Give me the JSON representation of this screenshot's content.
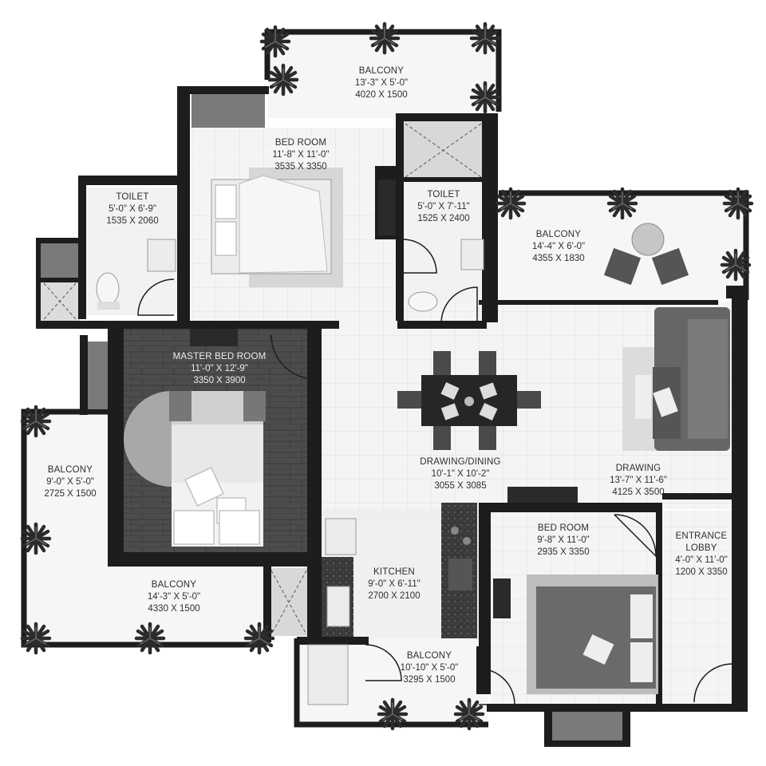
{
  "rooms": {
    "balcony_top": {
      "name": "BALCONY",
      "dim_ft": "13'-3\" X 5'-0\"",
      "dim_mm": "4020 X 1500"
    },
    "bed_room_top": {
      "name": "BED ROOM",
      "dim_ft": "11'-8\" X 11'-0\"",
      "dim_mm": "3535 X 3350"
    },
    "toilet_left": {
      "name": "TOILET",
      "dim_ft": "5'-0\" X 6'-9\"",
      "dim_mm": "1535 X 2060"
    },
    "toilet_center": {
      "name": "TOILET",
      "dim_ft": "5'-0\" X 7'-11\"",
      "dim_mm": "1525 X 2400"
    },
    "balcony_right": {
      "name": "BALCONY",
      "dim_ft": "14'-4\" X 6'-0\"",
      "dim_mm": "4355 X 1830"
    },
    "master_bed": {
      "name": "MASTER BED ROOM",
      "dim_ft": "11'-0\" X 12'-9\"",
      "dim_mm": "3350 X 3900"
    },
    "balcony_left": {
      "name": "BALCONY",
      "dim_ft": "9'-0\" X 5'-0\"",
      "dim_mm": "2725 X 1500"
    },
    "balcony_bottom_left": {
      "name": "BALCONY",
      "dim_ft": "14'-3\" X 5'-0\"",
      "dim_mm": "4330 X 1500"
    },
    "drawing_dining": {
      "name": "DRAWING/DINING",
      "dim_ft": "10'-1\" X 10'-2\"",
      "dim_mm": "3055 X 3085"
    },
    "drawing": {
      "name": "DRAWING",
      "dim_ft": "13'-7\" X 11'-6\"",
      "dim_mm": "4125 X 3500"
    },
    "kitchen": {
      "name": "KITCHEN",
      "dim_ft": "9'-0\" X 6'-11\"",
      "dim_mm": "2700 X 2100"
    },
    "bed_room_bottom": {
      "name": "BED ROOM",
      "dim_ft": "9'-8\" X 11'-0\"",
      "dim_mm": "2935 X 3350"
    },
    "entrance_lobby": {
      "name_line1": "ENTRANCE",
      "name_line2": "LOBBY",
      "dim_ft": "4'-0\" X 11'-0\"",
      "dim_mm": "1200 X 3350"
    },
    "balcony_bottom": {
      "name": "BALCONY",
      "dim_ft": "10'-10\" X 5'-0\"",
      "dim_mm": "3295 X 1500"
    }
  },
  "colors": {
    "wall": "#1d1d1d",
    "floor_tile": "#f3f3f3",
    "tile_line": "#e2e2e2",
    "balcony_floor": "#f6f6f6",
    "wood_floor": "#4a4a4a",
    "furniture": "#8a8a8a",
    "sofa": "#6c6c6c",
    "bed": "#ececec",
    "plant": "#2b2b2b"
  }
}
